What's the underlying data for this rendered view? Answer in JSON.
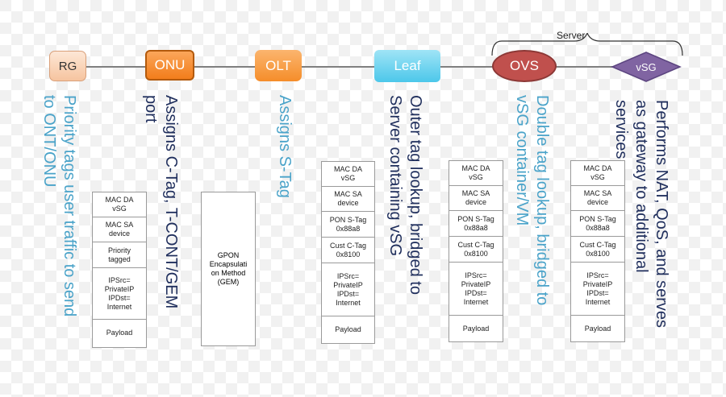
{
  "nodes": {
    "rg": "RG",
    "onu": "ONU",
    "olt": "OLT",
    "leaf": "Leaf",
    "ovs": "OVS",
    "vsg": "vSG"
  },
  "server_label": "Server",
  "descriptions": {
    "rg": "Priority tags user traffic to send\nto ONT/ONU",
    "onu": "Assigns C-Tag, T-CONT/GEM\nport",
    "olt": "Assigns S-Tag",
    "leaf": "Outer tag lookup, bridged to\nServer containing vSG",
    "ovs": "Double tag lookup, bridged to\nvSG container/VM",
    "vsg": "Performs NAT, QoS, and serves\nas gateway to additional\nservices"
  },
  "stacks": {
    "rg": [
      "MAC DA\nvSG",
      "MAC SA\ndevice",
      "Priority\ntagged",
      "IPSrc=\nPrivateIP\nIPDst=\nInternet",
      "Payload"
    ],
    "onu_gem": "GPON\nEncapsulati\non Method\n(GEM)",
    "leaf": [
      "MAC DA\nvSG",
      "MAC SA\ndevice",
      "PON S-Tag\n0x88a8",
      "Cust C-Tag\n0x8100",
      "IPSrc=\nPrivateIP\nIPDst=\nInternet",
      "Payload"
    ],
    "ovs": [
      "MAC DA\nvSG",
      "MAC SA\ndevice",
      "PON S-Tag\n0x88a8",
      "Cust C-Tag\n0x8100",
      "IPSrc=\nPrivateIP\nIPDst=\nInternet",
      "Payload"
    ],
    "vsg": [
      "MAC DA\nvSG",
      "MAC SA\ndevice",
      "PON S-Tag\n0x88a8",
      "Cust C-Tag\n0x8100",
      "IPSrc=\nPrivateIP\nIPDst=\nInternet",
      "Payload"
    ]
  },
  "colors": {
    "description_light": "#4aa3c9",
    "description_dark": "#1f2e5c",
    "ovs": "#c0504d",
    "vsg": "#8064a2"
  }
}
